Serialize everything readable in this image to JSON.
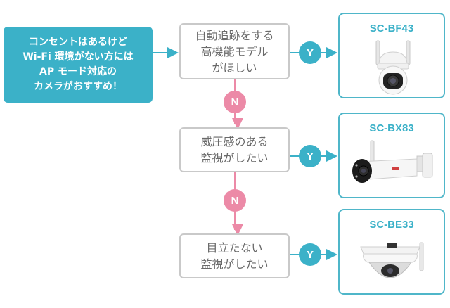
{
  "start": {
    "lines": [
      "コンセントはあるけど",
      "Wi-Fi 環境がない方には",
      "AP モード対応の",
      "カメラがおすすめ！"
    ]
  },
  "questions": [
    {
      "lines": [
        "自動追跡をする",
        "高機能モデル",
        "がほしい"
      ]
    },
    {
      "lines": [
        "威圧感のある",
        "監視がしたい"
      ]
    },
    {
      "lines": [
        "目立たない",
        "監視がしたい"
      ]
    }
  ],
  "yes_label": "Y",
  "no_label": "N",
  "products": [
    {
      "name": "SC-BF43",
      "image": "ptz-dome-camera-icon"
    },
    {
      "name": "SC-BX83",
      "image": "bullet-camera-icon"
    },
    {
      "name": "SC-BE33",
      "image": "dome-camera-icon"
    }
  ],
  "colors": {
    "accent": "#3bb1c8",
    "no_badge": "#ec8aa7",
    "box_border": "#c9c9c9",
    "text": "#6a6a6a"
  }
}
